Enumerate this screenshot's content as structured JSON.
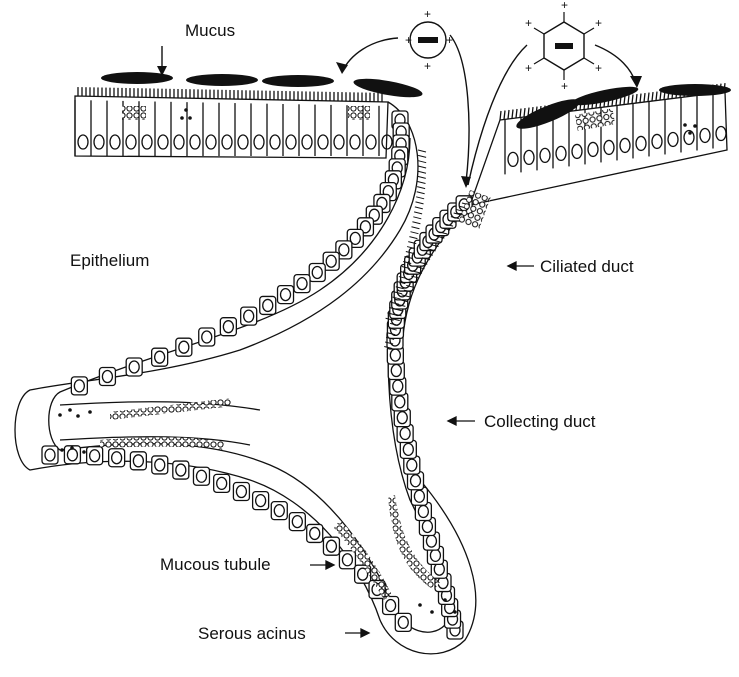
{
  "labels": {
    "mucus": "Mucus",
    "epithelium": "Epithelium",
    "ciliated_duct": "Ciliated duct",
    "collecting_duct": "Collecting duct",
    "mucous_tubule": "Mucous tubule",
    "serous_acinus": "Serous acinus"
  },
  "molecules": {
    "cation_sign": "+",
    "anion_sign": "−"
  },
  "colors": {
    "ink": "#111111",
    "background": "#ffffff"
  },
  "icons": [
    "charged-molecule-icon",
    "hexagonal-molecule-icon"
  ]
}
